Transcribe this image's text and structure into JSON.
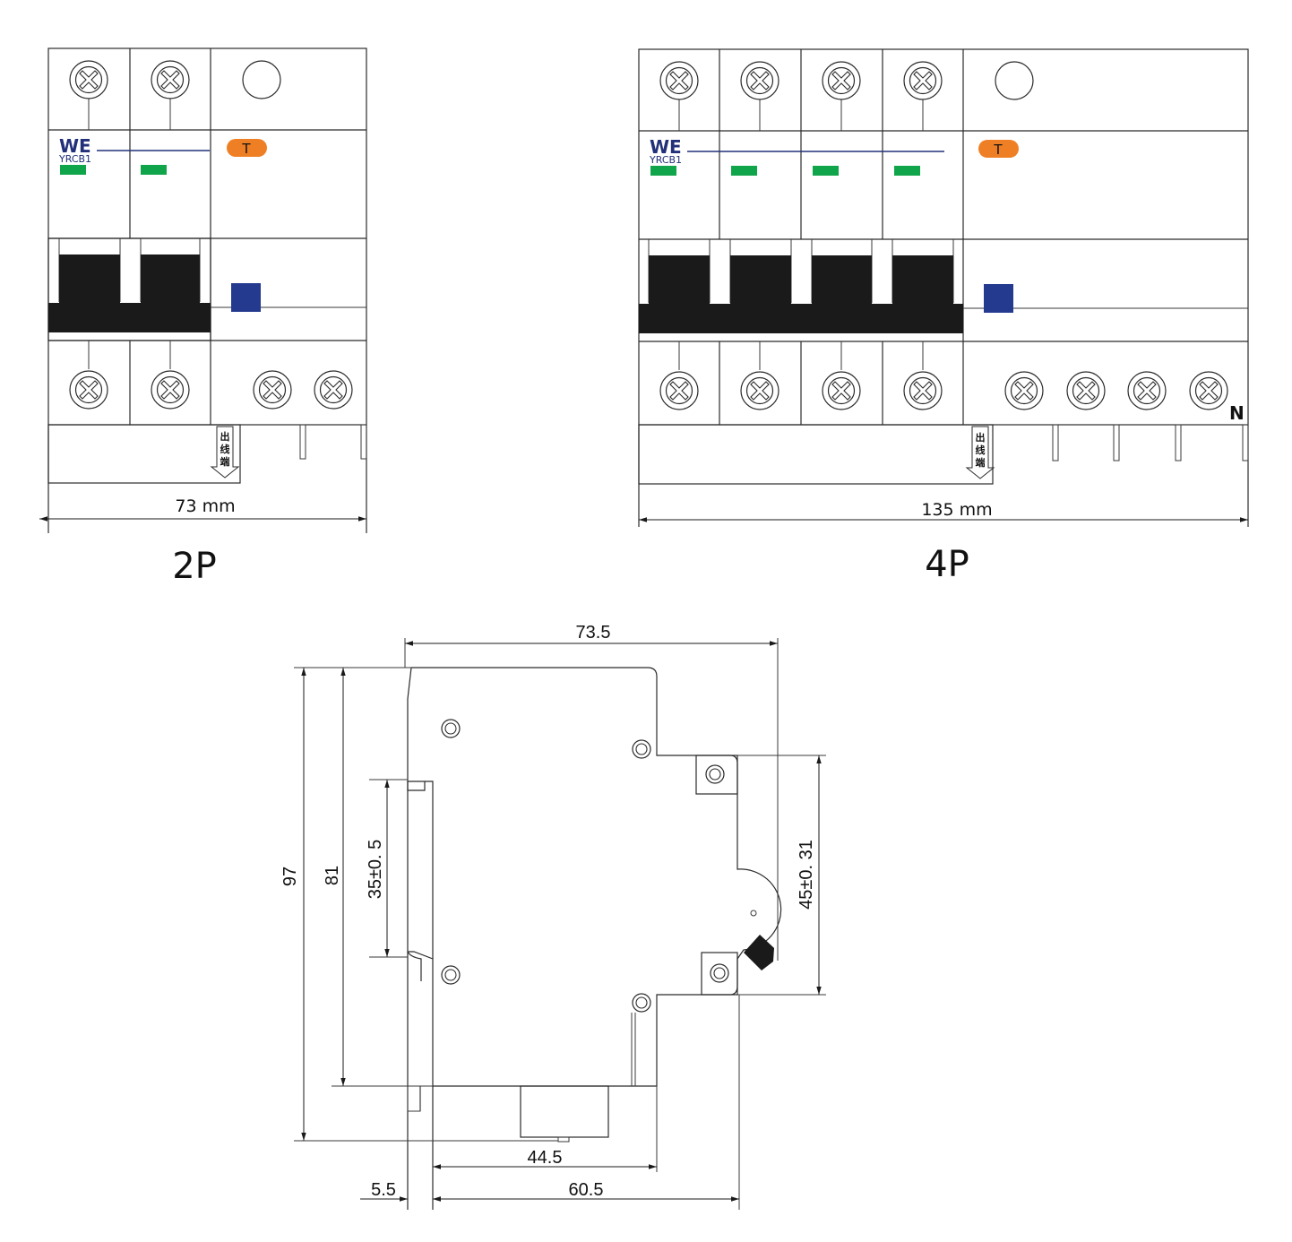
{
  "brand": {
    "logo_text": "WE",
    "model": "YRCB1",
    "test_button_label": "T",
    "outlet_label": "出线端",
    "neutral_label": "N"
  },
  "views": {
    "two_pole": {
      "caption": "2P",
      "width_label": "73 mm"
    },
    "four_pole": {
      "caption": "4P",
      "width_label": "135 mm"
    }
  },
  "side_view": {
    "dims": {
      "top_width": "73.5",
      "height_total": "97",
      "height_body": "81",
      "din_rail": "35±0. 5",
      "terminal_span": "45±0. 31",
      "bottom_44": "44.5",
      "bottom_60": "60.5",
      "bottom_5": "5.5"
    }
  },
  "colors": {
    "status_green": "#10a54a",
    "test_orange": "#ef7f24",
    "blue_indicator": "#233a8f",
    "brand_navy": "#22307a",
    "handle_black": "#1a1a1a"
  }
}
